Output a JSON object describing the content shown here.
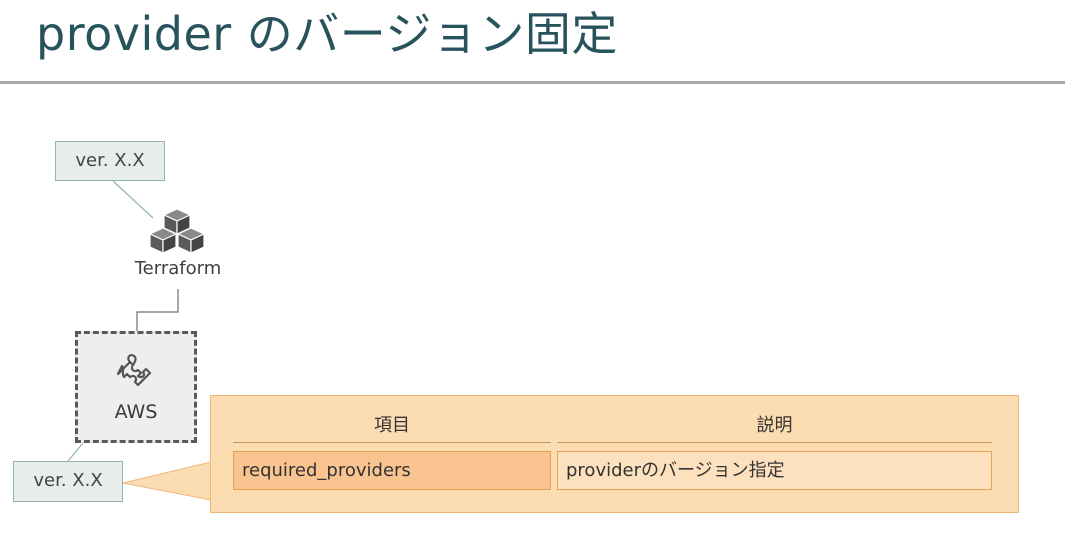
{
  "title": "provider のバージョン固定",
  "diagram": {
    "terraform_version": "ver. X.X",
    "terraform_label": "Terraform",
    "terraform_icon": "cubes-icon",
    "provider_label": "AWS",
    "provider_icon": "puzzle-piece-icon",
    "provider_version": "ver. X.X"
  },
  "table": {
    "headers": [
      "項目",
      "説明"
    ],
    "rows": [
      [
        "required_providers",
        "providerのバージョン指定"
      ]
    ]
  },
  "colors": {
    "title": "#27535c",
    "callout_fill": "#fcdcb1",
    "callout_border": "#f0b777",
    "connector": "#8fb3b0"
  }
}
